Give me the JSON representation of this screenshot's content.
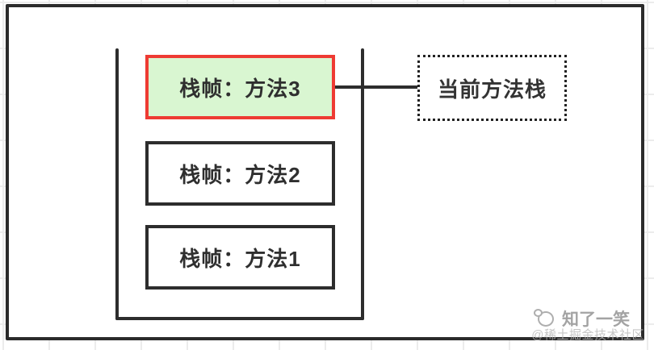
{
  "diagram": {
    "title_semantic": "jvm-method-stack-diagram",
    "frames": [
      {
        "label": "栈帧：方法3",
        "highlighted": true
      },
      {
        "label": "栈帧：方法2",
        "highlighted": false
      },
      {
        "label": "栈帧：方法1",
        "highlighted": false
      }
    ],
    "callout": {
      "label": "当前方法栈"
    },
    "colors": {
      "highlight_fill": "#d9f6d1",
      "highlight_border": "#ee3b33",
      "line": "#2d2d2d",
      "outer_border": "#2b2b2b"
    }
  },
  "watermark": {
    "name": "知了一笑",
    "community": "@稀土掘金技术社区"
  }
}
